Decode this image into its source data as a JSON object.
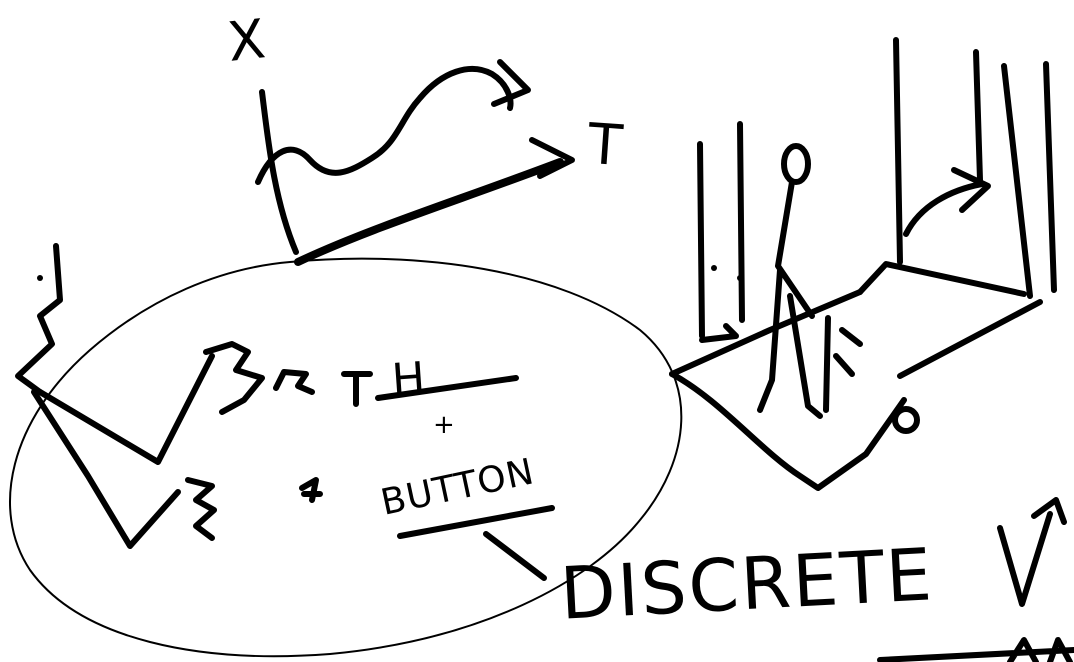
{
  "labels": {
    "axis_x": "X",
    "axis_t": "T",
    "fraction_numerator": "H",
    "plus": "+",
    "button": "BUTTON",
    "discrete": "DISCRETE"
  }
}
